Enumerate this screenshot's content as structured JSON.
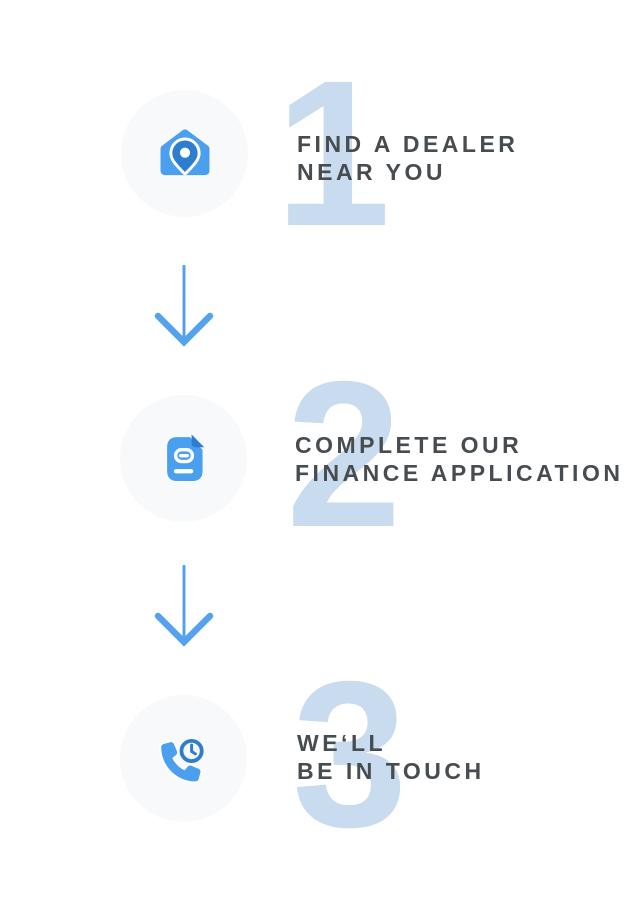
{
  "colors": {
    "primary_blue": "#4A9FEE",
    "dark_blue": "#2E7ECF",
    "numeral_blue": "#C9DCEF",
    "arrow_blue": "#55A2EC",
    "heading_dark": "#474C50",
    "circle_bg": "#F8F9FA",
    "page_bg": "#FFFFFF"
  },
  "steps": [
    {
      "number": "1",
      "title_line1": "FIND A DEALER",
      "title_line2": "NEAR YOU",
      "icon": "dealer-location-icon"
    },
    {
      "number": "2",
      "title_line1": "COMPLETE OUR",
      "title_line2": "FINANCE APPLICATION",
      "icon": "finance-application-document-icon"
    },
    {
      "number": "3",
      "title_line1": "WE‘LL",
      "title_line2": "BE IN TOUCH",
      "icon": "phone-clock-icon"
    }
  ],
  "arrows": [
    {
      "icon": "arrow-down-icon"
    },
    {
      "icon": "arrow-down-icon"
    }
  ]
}
